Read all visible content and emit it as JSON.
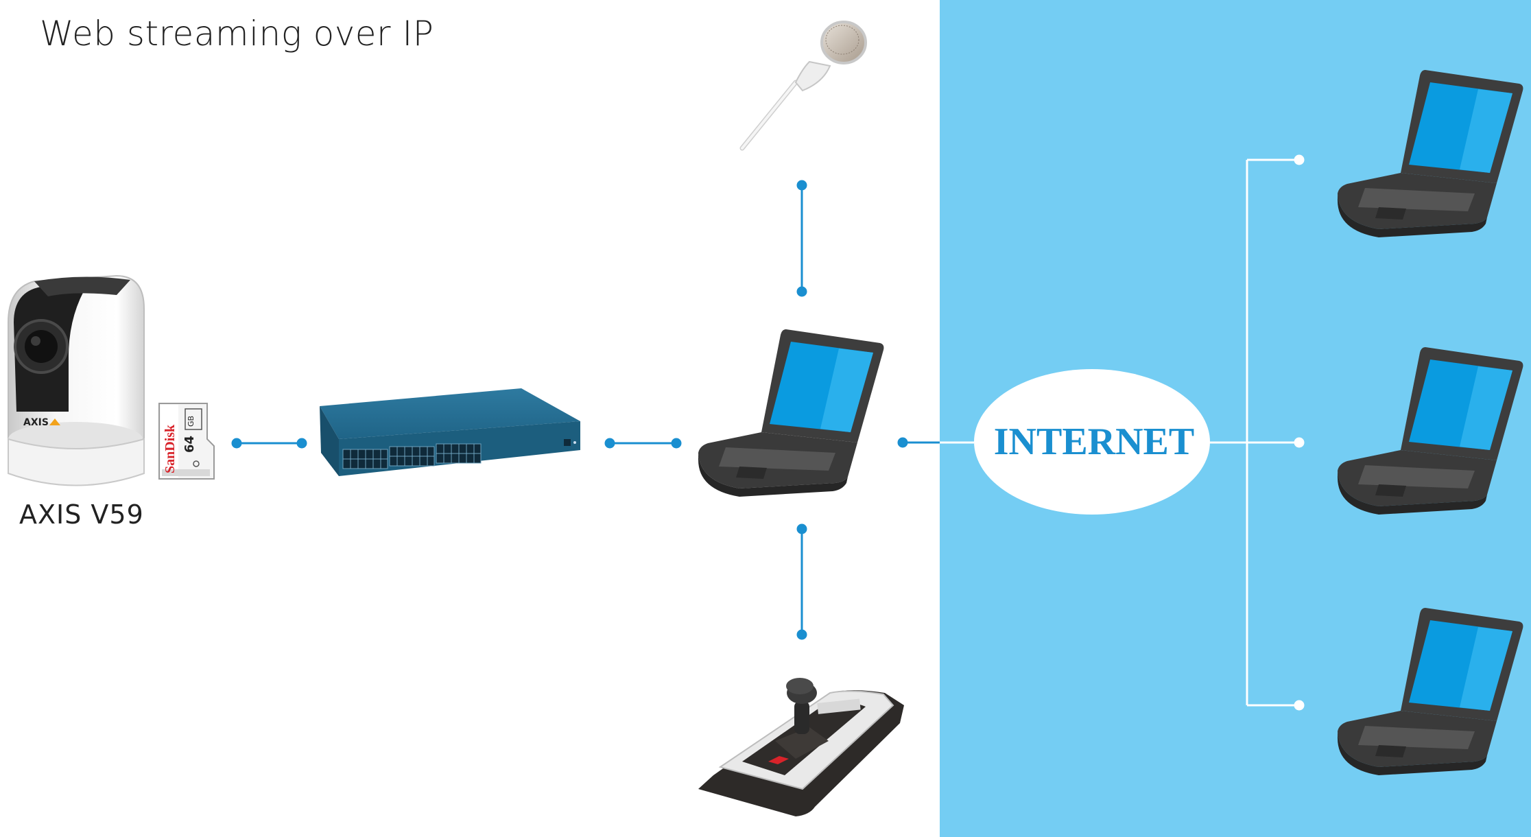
{
  "title": "Web streaming over IP",
  "camera": {
    "label": "AXIS V59",
    "icon": "ptz-camera-icon"
  },
  "sdcard": {
    "brand": "SanDisk",
    "capacity": "64",
    "capacity_unit": "GB",
    "icon": "microsd-card-icon"
  },
  "switch": {
    "icon": "network-switch-icon"
  },
  "laptop": {
    "icon": "laptop-icon"
  },
  "microphone": {
    "icon": "microphone-icon"
  },
  "joystick": {
    "icon": "joystick-controller-icon"
  },
  "internet": {
    "label": "INTERNET",
    "icon": "internet-cloud-icon"
  },
  "viewers": [
    {
      "icon": "laptop-icon"
    },
    {
      "icon": "laptop-icon"
    },
    {
      "icon": "laptop-icon"
    }
  ],
  "colors": {
    "connector": "#1a8fd0",
    "internet_bg": "#74cdf3",
    "internet_text": "#1a8fd0",
    "screen": "#0a9be0",
    "switch_body": "#1c5e7e"
  }
}
